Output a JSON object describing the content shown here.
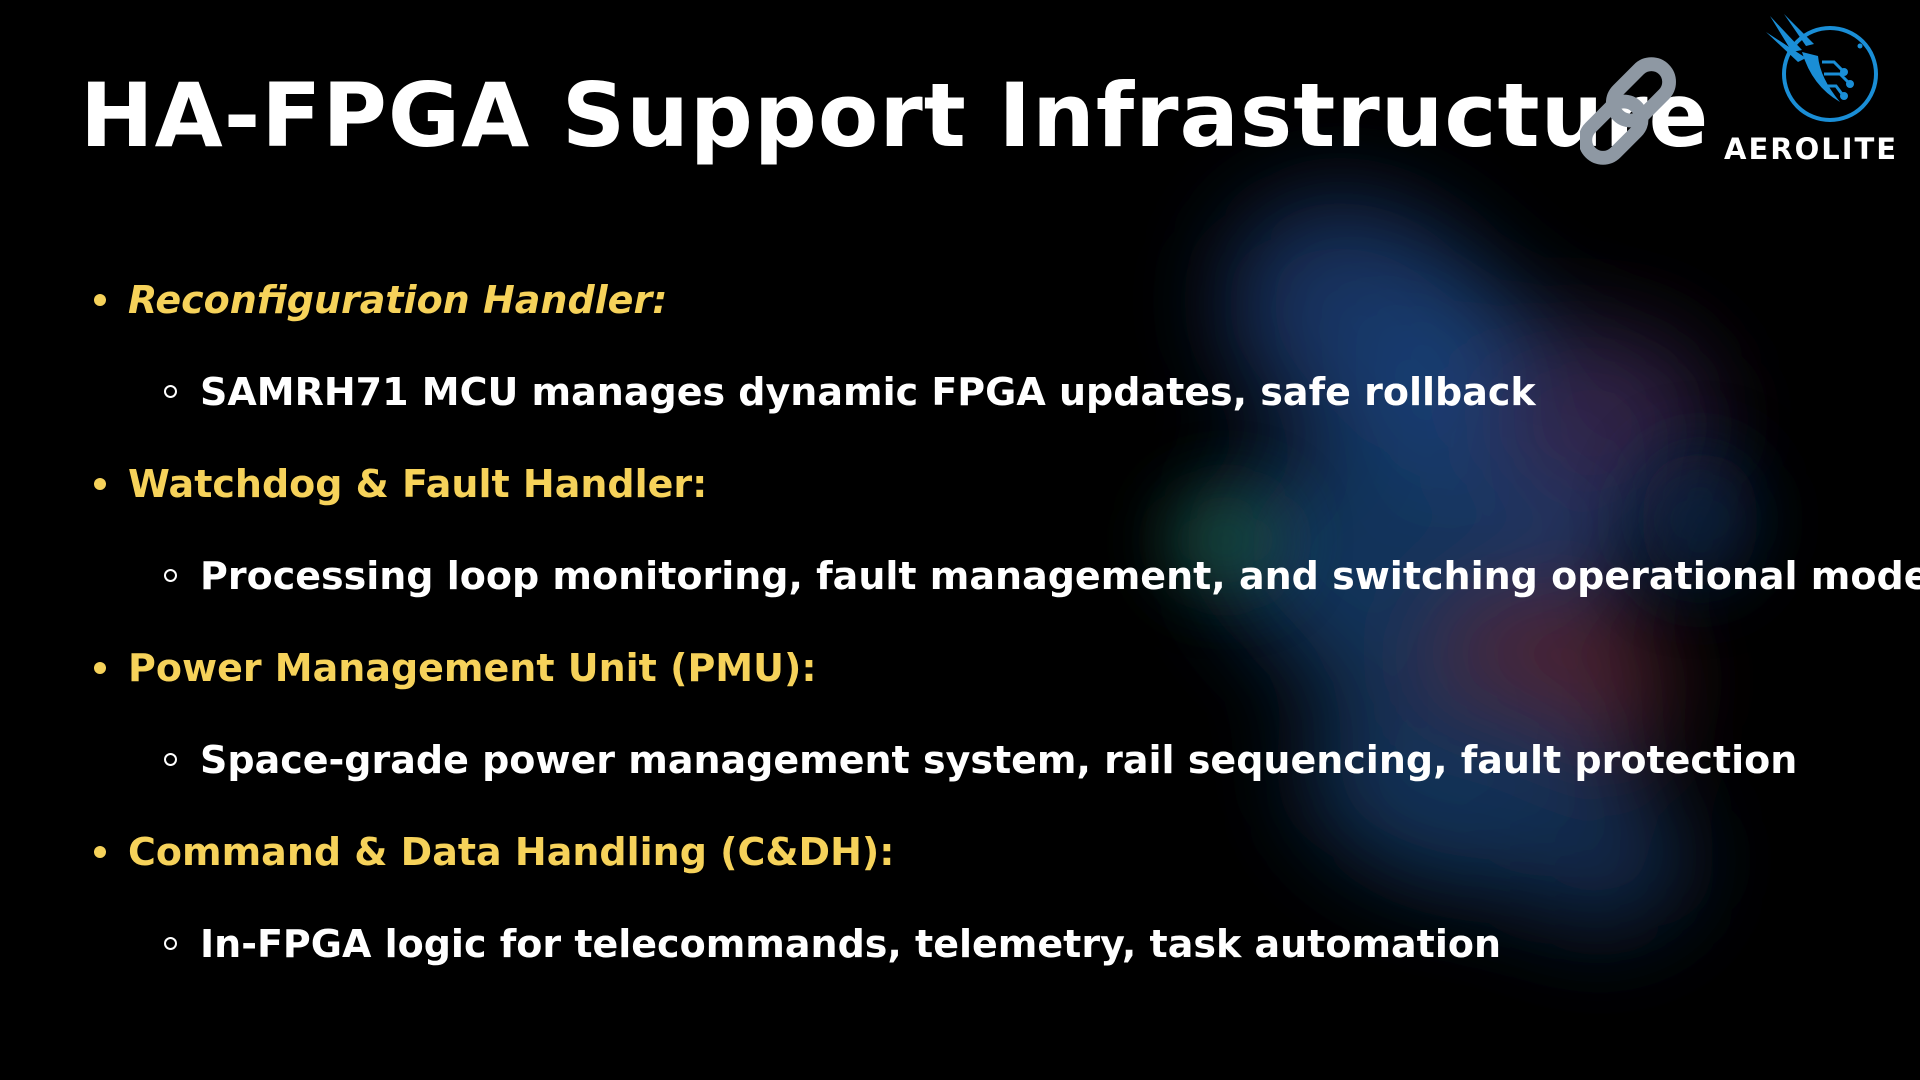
{
  "slide": {
    "title": "HA-FPGA Support Infrastructure",
    "logo": {
      "text": "AEROLITE",
      "icon": "comet-circuit-logo-icon",
      "color": "#1a8ed6"
    },
    "decor_icon": "chain-link-icon",
    "accent_color": "#f6d25a",
    "text_color": "#ffffff",
    "background_color": "#000000",
    "sections": [
      {
        "heading": "Reconfiguration Handler:",
        "italic": true,
        "items": [
          "SAMRH71 MCU manages dynamic FPGA updates, safe rollback"
        ]
      },
      {
        "heading": "Watchdog & Fault Handler:",
        "italic": false,
        "items": [
          "Processing loop monitoring, fault management, and switching operational modes"
        ]
      },
      {
        "heading": "Power Management Unit (PMU):",
        "italic": false,
        "items": [
          "Space-grade power management system, rail sequencing, fault protection"
        ]
      },
      {
        "heading": "Command & Data Handling (C&DH):",
        "italic": false,
        "items": [
          "In-FPGA logic for telecommands, telemetry, task automation"
        ]
      }
    ]
  }
}
